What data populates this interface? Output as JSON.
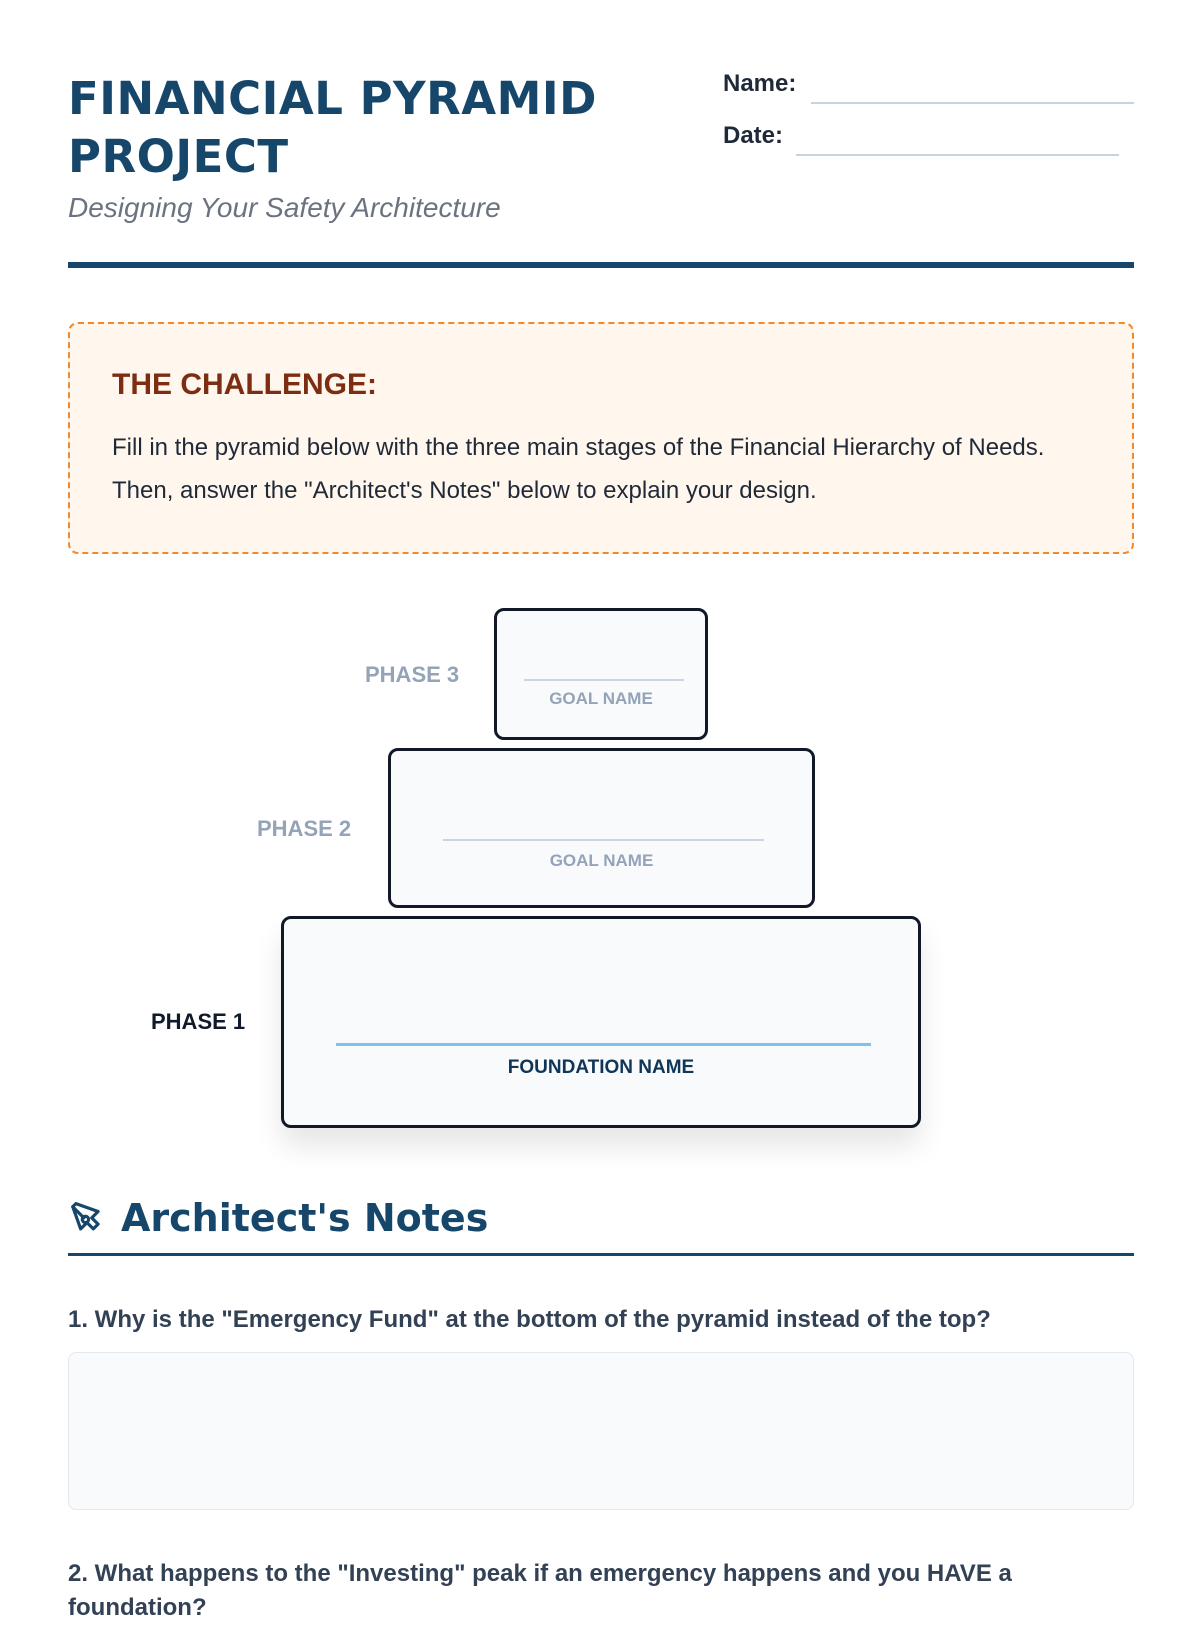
{
  "header": {
    "title": "FINANCIAL PYRAMID PROJECT",
    "subtitle": "Designing Your Safety Architecture",
    "name_label": "Name:",
    "date_label": "Date:"
  },
  "challenge": {
    "title": "THE CHALLENGE:",
    "text": "Fill in the pyramid below with the three main stages of the Financial Hierarchy of Needs. Then, answer the \"Architect's Notes\" below to explain your design."
  },
  "pyramid": {
    "phases": [
      {
        "label": "PHASE 3",
        "goal_label": "GOAL NAME"
      },
      {
        "label": "PHASE 2",
        "goal_label": "GOAL NAME"
      },
      {
        "label": "PHASE 1",
        "goal_label": "FOUNDATION NAME"
      }
    ]
  },
  "notes": {
    "title": "Architect's Notes",
    "icon": "pen-tool-icon",
    "questions": [
      {
        "text": "1. Why is the \"Emergency Fund\" at the bottom of the pyramid instead of the top?"
      },
      {
        "text": "2. What happens to the \"Investing\" peak if an emergency happens and you HAVE a foundation?"
      }
    ]
  },
  "colors": {
    "primary": "#16476b",
    "accent_border": "#f08a2c",
    "challenge_bg": "#fff6ed",
    "challenge_title": "#7c2d12",
    "muted": "#94a3b8",
    "foundation_line": "#7cc3ea"
  }
}
